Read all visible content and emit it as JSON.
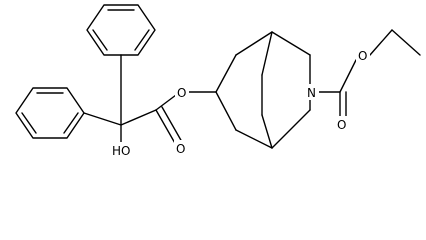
{
  "molecule": {
    "atom_labels": {
      "hydroxyl": "HO",
      "ester_oxygen": "O",
      "carbonyl_oxygen_left": "O",
      "nitrogen": "N",
      "carbamate_carbonyl_oxygen": "O",
      "carbamate_ether_oxygen": "O"
    }
  },
  "colors": {
    "bond": "#000000",
    "label": "#000000",
    "background": "#ffffff"
  }
}
